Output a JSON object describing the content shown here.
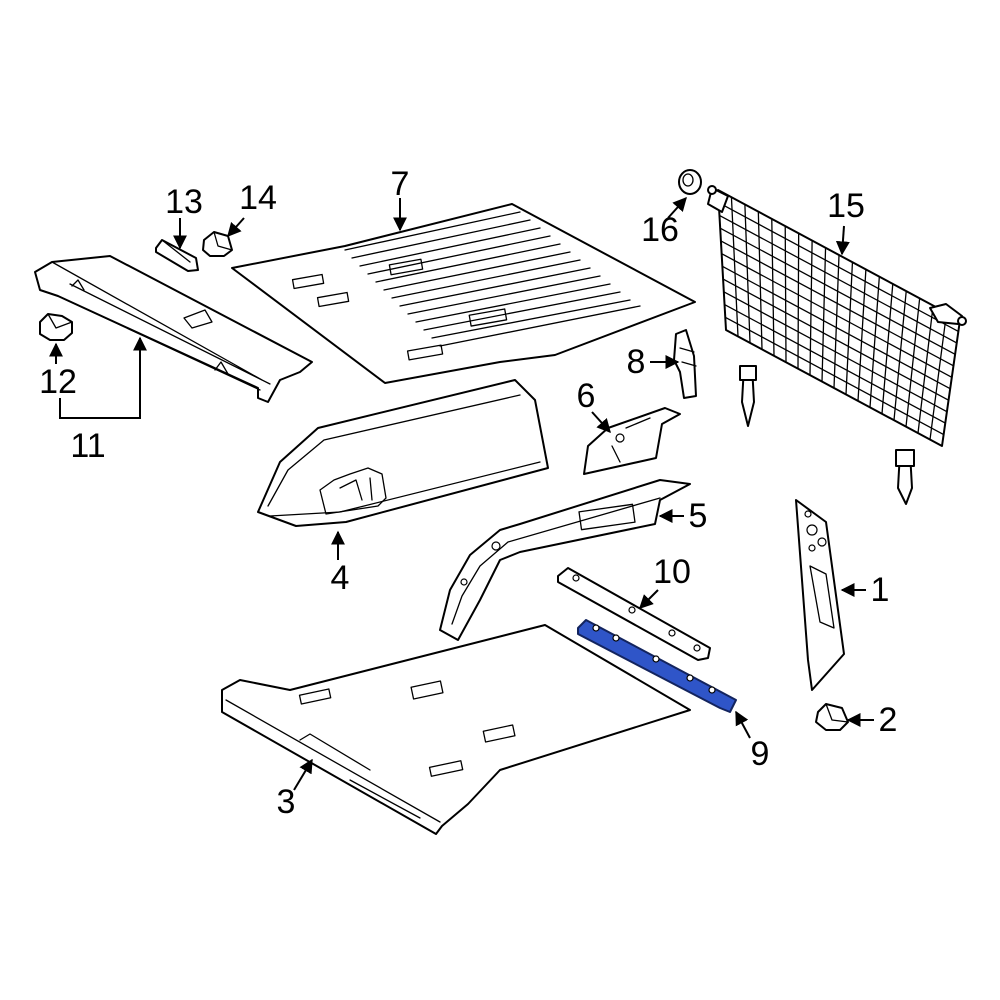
{
  "diagram": {
    "highlight_color": "#2f55c8",
    "line_color": "#000000",
    "background": "#ffffff",
    "callouts": [
      "1",
      "2",
      "3",
      "4",
      "5",
      "6",
      "7",
      "8",
      "9",
      "10",
      "11",
      "12",
      "13",
      "14",
      "15",
      "16"
    ]
  }
}
